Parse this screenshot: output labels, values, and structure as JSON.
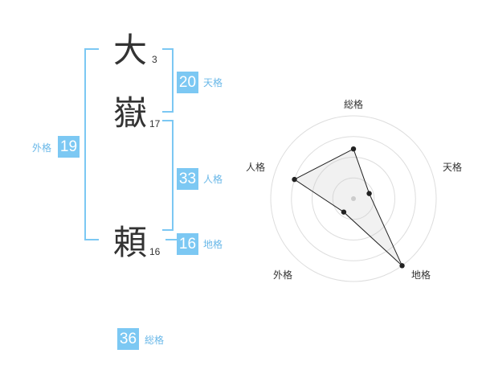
{
  "name": {
    "chars": [
      {
        "char": "大",
        "strokes": "3"
      },
      {
        "char": "嶽",
        "strokes": "17"
      },
      {
        "char": "頼",
        "strokes": "16"
      }
    ]
  },
  "kaku": {
    "tenkaku": {
      "value": "20",
      "label": "天格"
    },
    "jinkaku": {
      "value": "33",
      "label": "人格"
    },
    "chikaku": {
      "value": "16",
      "label": "地格"
    },
    "gaikaku": {
      "value": "19",
      "label": "外格"
    },
    "soukaku": {
      "value": "36",
      "label": "総格"
    }
  },
  "colors": {
    "accent": "#7cc8f3",
    "accent_text": "#6ab8e8",
    "text": "#333333"
  },
  "chart_data": {
    "type": "radar",
    "axes": [
      "総格",
      "天格",
      "地格",
      "外格",
      "人格"
    ],
    "scale_max": 4,
    "rings": 4,
    "values": [
      2.4,
      0.8,
      4.0,
      0.8,
      3.0
    ]
  }
}
